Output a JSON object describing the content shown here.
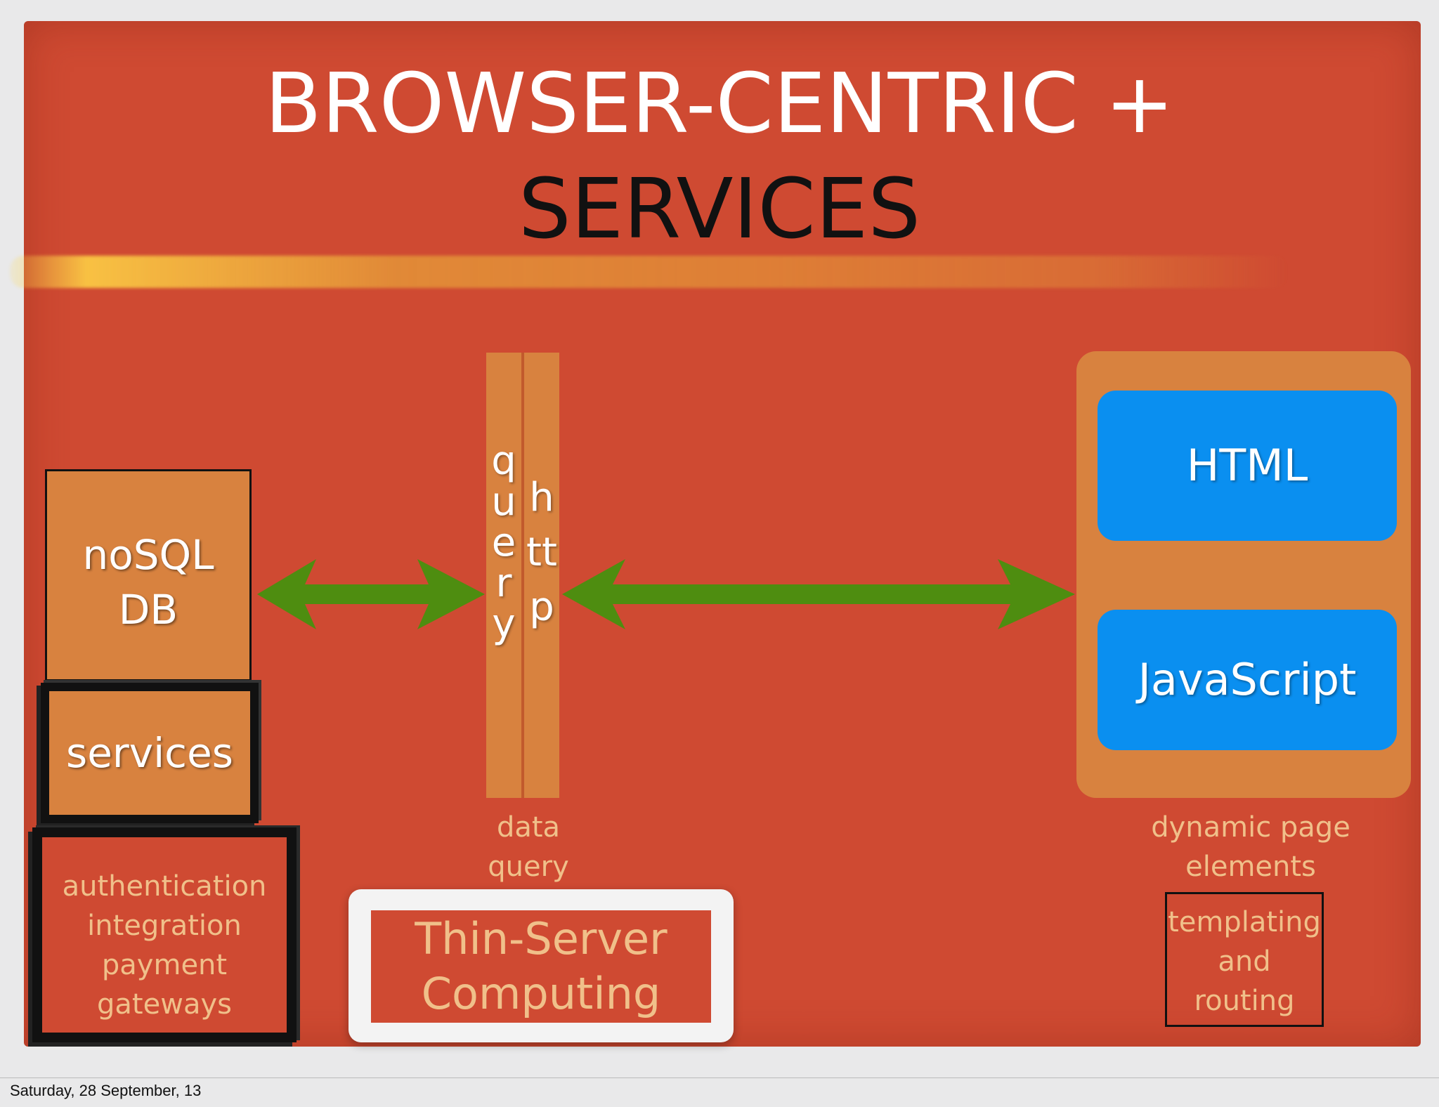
{
  "title": {
    "line1": "BROWSER-CENTRIC +",
    "line2": "SERVICES"
  },
  "server": {
    "nosql_line1": "noSQL",
    "nosql_line2": "DB",
    "services_label": "services",
    "auth_items": [
      "authentication",
      "integration",
      "payment",
      "gateways"
    ]
  },
  "middle": {
    "query_label": "query",
    "http_label": "http",
    "data_query_line1": "data",
    "data_query_line2": "query"
  },
  "thin_server": {
    "line1": "Thin-Server",
    "line2": "Computing"
  },
  "client": {
    "html_label": "HTML",
    "js_label": "JavaScript",
    "dynamic_line1": "dynamic page",
    "dynamic_line2": "elements",
    "templating_items": [
      "templating",
      "and",
      "routing"
    ]
  },
  "footer": {
    "date": "Saturday, 28 September, 13"
  },
  "colors": {
    "slide_background": "#cf4a32",
    "box_orange": "#d8823f",
    "client_blue": "#0a8ff0",
    "arrow_green": "#4e8d10",
    "label_peach": "#f0c08a"
  }
}
